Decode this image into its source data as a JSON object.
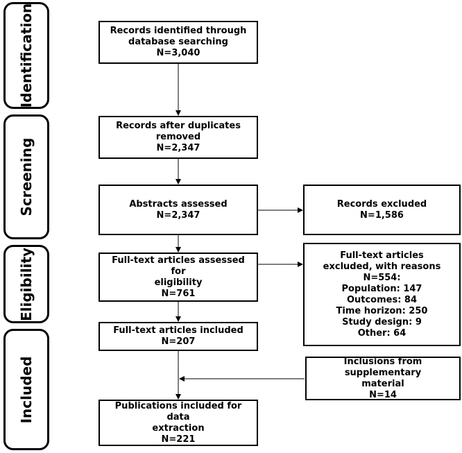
{
  "phases": {
    "identification": "Identification",
    "screening": "Screening",
    "eligibility": "Eligibility",
    "included": "Included"
  },
  "boxes": {
    "identified": {
      "line1": "Records identified through",
      "line2": "database searching",
      "line3": "N=3,040"
    },
    "deduped": {
      "line1": "Records after duplicates removed",
      "line2": "N=2,347"
    },
    "abstracts": {
      "line1": "Abstracts assessed",
      "line2": "N=2,347"
    },
    "records_excluded": {
      "line1": "Records excluded",
      "line2": "N=1,586"
    },
    "fulltext_assessed": {
      "line1": "Full-text articles assessed for",
      "line2": "eligibility",
      "line3": "N=761"
    },
    "fulltext_excluded": {
      "line1": "Full-text articles",
      "line2": "excluded, with reasons",
      "line3": "N=554:",
      "line4": "Population: 147",
      "line5": "Outcomes: 84",
      "line6": "Time horizon: 250",
      "line7": "Study design: 9",
      "line8": "Other: 64"
    },
    "fulltext_included": {
      "line1": "Full-text articles included",
      "line2": "N=207"
    },
    "supplementary": {
      "line1": "Inclusions from supplementary",
      "line2": "material",
      "line3": "N=14"
    },
    "final": {
      "line1": "Publications included for data",
      "line2": "extraction",
      "line3": "N=221"
    }
  }
}
